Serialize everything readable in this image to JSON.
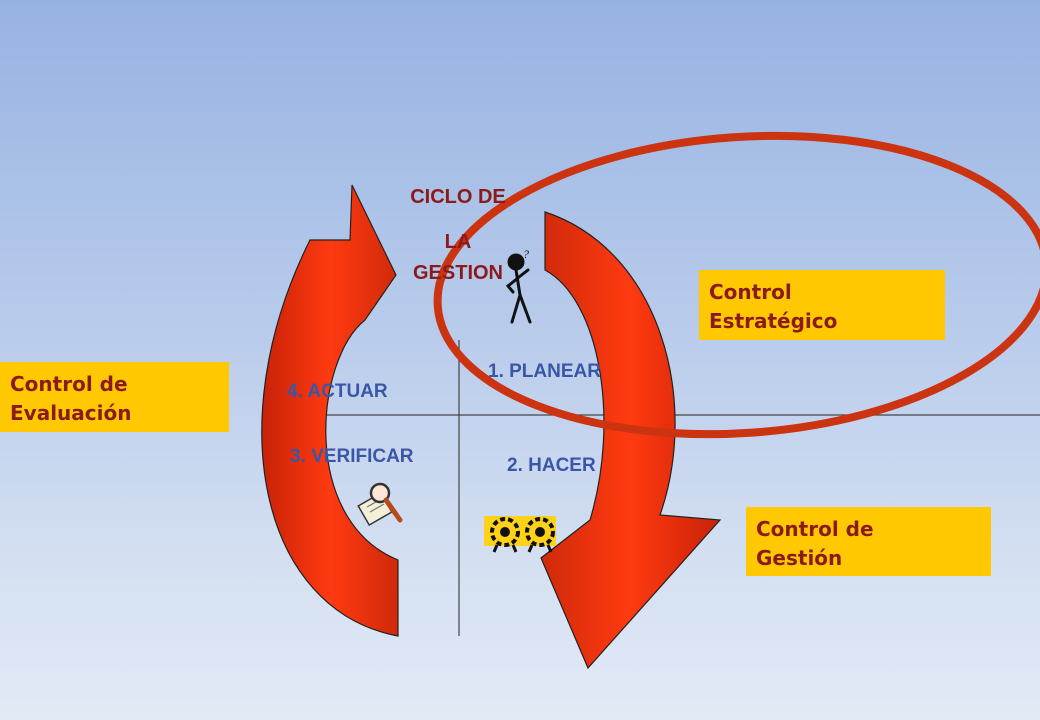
{
  "title_lines": [
    "CICLO DE",
    "LA",
    "GESTION"
  ],
  "steps": {
    "plan": "1. PLANEAR",
    "do": "2. HACER",
    "check": "3. VERIFICAR",
    "act": "4. ACTUAR"
  },
  "boxes": {
    "estrategico": [
      "Control",
      "Estratégico"
    ],
    "evaluacion": [
      "Control de",
      "Evaluación"
    ],
    "gestion": [
      "Control de",
      "Gestión"
    ]
  },
  "colors": {
    "arrow_fill": "#ff3300",
    "arrow_dark": "#cc2200",
    "ellipse": "#cc3311",
    "box_bg": "#ffc800",
    "box_text": "#8b1a1a",
    "step_text": "#3a56a6",
    "title_text": "#8b1a1a"
  },
  "icons": [
    "thinking-person-icon",
    "magnifier-document-icon",
    "gears-icon"
  ]
}
